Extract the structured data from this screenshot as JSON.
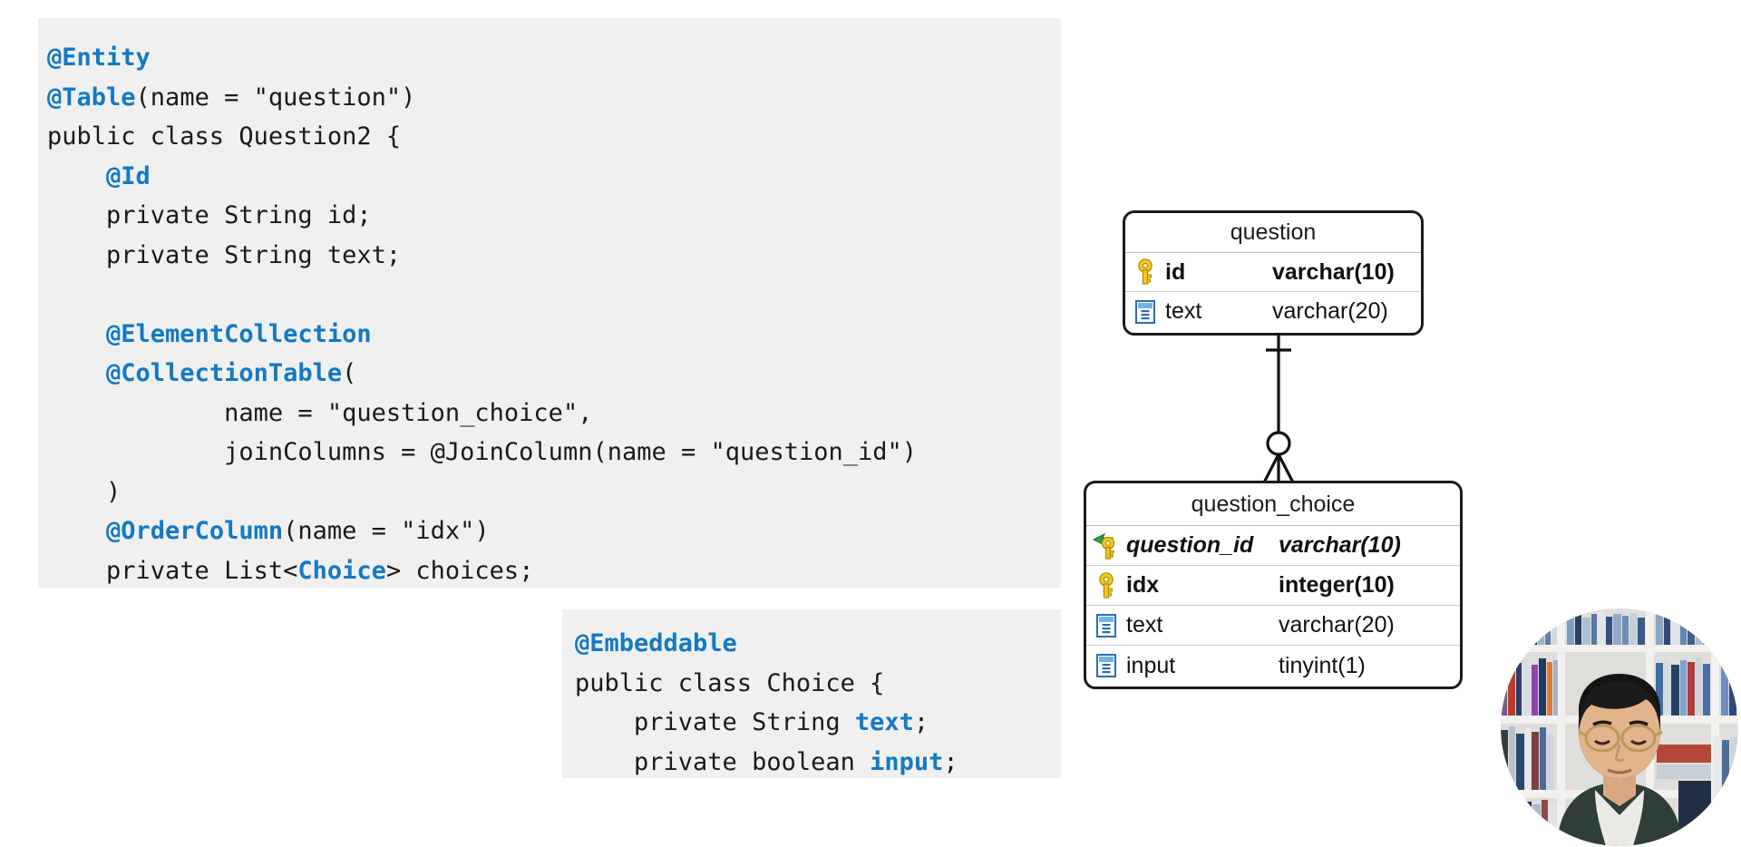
{
  "slide": {
    "background_color": "#ffffff",
    "code_background_color": "#f0f0f0",
    "annotation_color": "#1379c4",
    "code_text_color": "#1a1a1a"
  },
  "code_blocks": [
    {
      "id": "question-entity",
      "lines": [
        [
          {
            "t": "@Entity",
            "s": "ann"
          }
        ],
        [
          {
            "t": "@Table",
            "s": "ann"
          },
          {
            "t": "(name = \"question\")",
            "s": "plain"
          }
        ],
        [
          {
            "t": "public class Question2 {",
            "s": "plain"
          }
        ],
        [
          {
            "t": "    @Id",
            "s": "ann"
          }
        ],
        [
          {
            "t": "    private String id;",
            "s": "plain"
          }
        ],
        [
          {
            "t": "    private String text;",
            "s": "plain"
          }
        ],
        [
          {
            "t": "",
            "s": "plain"
          }
        ],
        [
          {
            "t": "    ",
            "s": "plain"
          },
          {
            "t": "@ElementCollection",
            "s": "ann"
          }
        ],
        [
          {
            "t": "    ",
            "s": "plain"
          },
          {
            "t": "@CollectionTable",
            "s": "ann"
          },
          {
            "t": "(",
            "s": "plain"
          }
        ],
        [
          {
            "t": "            name = \"question_choice\",",
            "s": "plain"
          }
        ],
        [
          {
            "t": "            joinColumns = @JoinColumn(name = \"question_id\")",
            "s": "plain"
          }
        ],
        [
          {
            "t": "    )",
            "s": "plain"
          }
        ],
        [
          {
            "t": "    ",
            "s": "plain"
          },
          {
            "t": "@OrderColumn",
            "s": "ann"
          },
          {
            "t": "(name = \"idx\")",
            "s": "plain"
          }
        ],
        [
          {
            "t": "    private List<",
            "s": "plain"
          },
          {
            "t": "Choice",
            "s": "ann"
          },
          {
            "t": "> choices;",
            "s": "plain"
          }
        ]
      ]
    },
    {
      "id": "choice-embeddable",
      "lines": [
        [
          {
            "t": "@Embeddable",
            "s": "ann"
          }
        ],
        [
          {
            "t": "public class Choice {",
            "s": "plain"
          }
        ],
        [
          {
            "t": "    private String ",
            "s": "plain"
          },
          {
            "t": "text",
            "s": "ann"
          },
          {
            "t": ";",
            "s": "plain"
          }
        ],
        [
          {
            "t": "    private boolean ",
            "s": "plain"
          },
          {
            "t": "input",
            "s": "ann"
          },
          {
            "t": ";",
            "s": "plain"
          }
        ]
      ]
    }
  ],
  "er_diagram": {
    "tables": [
      {
        "id": "question",
        "name": "question",
        "columns": [
          {
            "icon": "primary-key-icon",
            "name": "id",
            "type": "varchar(10)",
            "style": "pk"
          },
          {
            "icon": "column-icon",
            "name": "text",
            "type": "varchar(20)",
            "style": "plain"
          }
        ]
      },
      {
        "id": "question_choice",
        "name": "question_choice",
        "columns": [
          {
            "icon": "foreign-primary-key-icon",
            "name": "question_id",
            "type": "varchar(10)",
            "style": "fkpk"
          },
          {
            "icon": "primary-key-icon",
            "name": "idx",
            "type": "integer(10)",
            "style": "pk"
          },
          {
            "icon": "column-icon",
            "name": "text",
            "type": "varchar(20)",
            "style": "plain"
          },
          {
            "icon": "column-icon",
            "name": "input",
            "type": "tinyint(1)",
            "style": "plain"
          }
        ]
      }
    ],
    "relationship": {
      "from": "question",
      "to": "question_choice",
      "from_cardinality": "exactly-one",
      "to_cardinality": "zero-or-many",
      "notation": "crows-foot"
    }
  },
  "webcam": {
    "label": "presenter-webcam",
    "shape": "circle",
    "description": "presenter seated in front of a bookshelf"
  }
}
